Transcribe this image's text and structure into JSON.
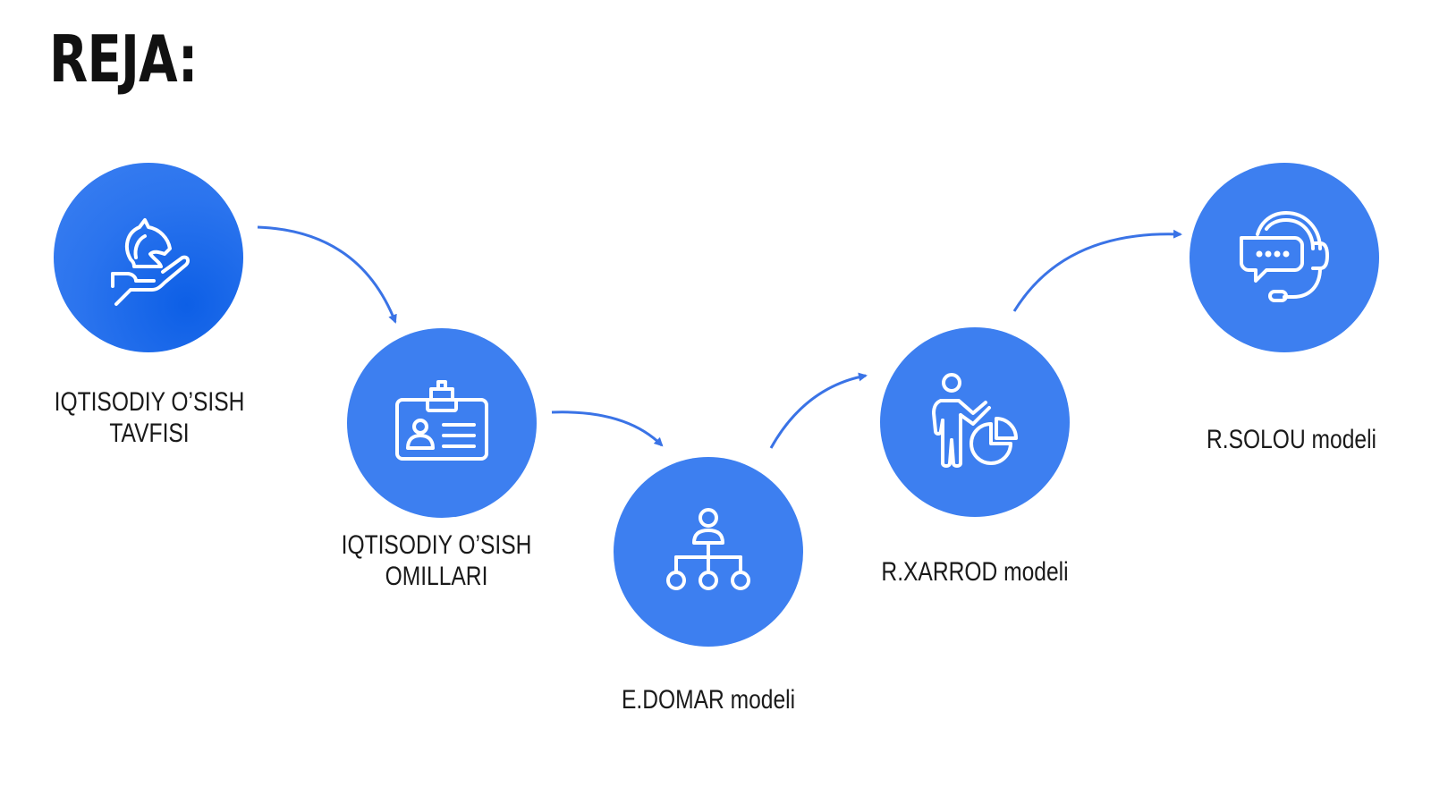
{
  "title": "REJA:",
  "accent_color": "#3d7ff0",
  "steps": [
    {
      "label": "IQTISODIY O’SISH\nTAVFISI",
      "icon": "chess-knight-hand-icon"
    },
    {
      "label": "IQTISODIY O’SISH\nOMILLARI",
      "icon": "id-badge-icon"
    },
    {
      "label": "E.DOMAR modeli",
      "icon": "org-structure-icon"
    },
    {
      "label": "R.XARROD modeli",
      "icon": "presenter-pie-chart-icon"
    },
    {
      "label": "R.SOLOU modeli",
      "icon": "headset-chat-icon"
    }
  ]
}
